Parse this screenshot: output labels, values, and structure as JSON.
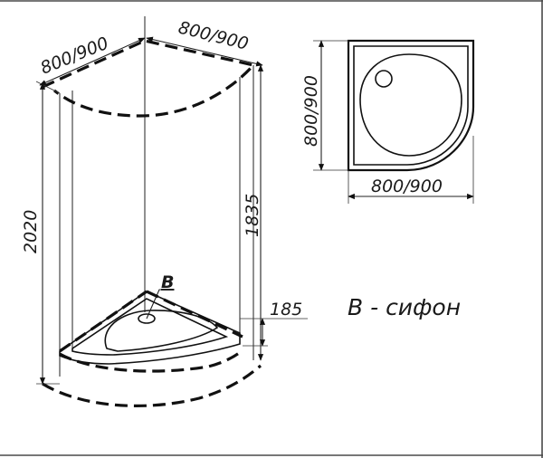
{
  "dimensions": {
    "depth_left": "800/900",
    "width_right": "800/900",
    "total_height": "2020",
    "panel_height": "1835",
    "tray_height": "185",
    "plan_side": "800/900",
    "plan_bottom": "800/900"
  },
  "labels": {
    "siphon_marker": "B",
    "siphon_note": "B - сифон"
  }
}
